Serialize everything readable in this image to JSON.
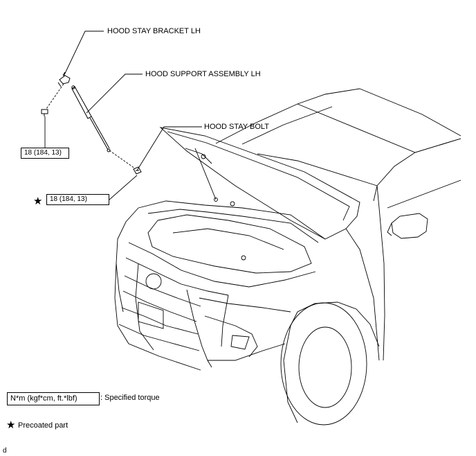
{
  "callouts": {
    "hood_stay_bracket": "HOOD STAY BRACKET LH",
    "hood_support_assembly": "HOOD SUPPORT ASSEMBLY LH",
    "hood_stay_bolt": "HOOD STAY BOLT"
  },
  "torque_values": {
    "bracket_torque": "18 (184, 13)",
    "bolt_torque": "18 (184, 13)"
  },
  "legend": {
    "unit_box": "N*m (kgf*cm, ft.*lbf)",
    "specified_torque": ": Specified torque",
    "precoated_part": "Precoated part"
  },
  "icons": {
    "precoated_symbol": "star-icon"
  },
  "corner_code": "d"
}
